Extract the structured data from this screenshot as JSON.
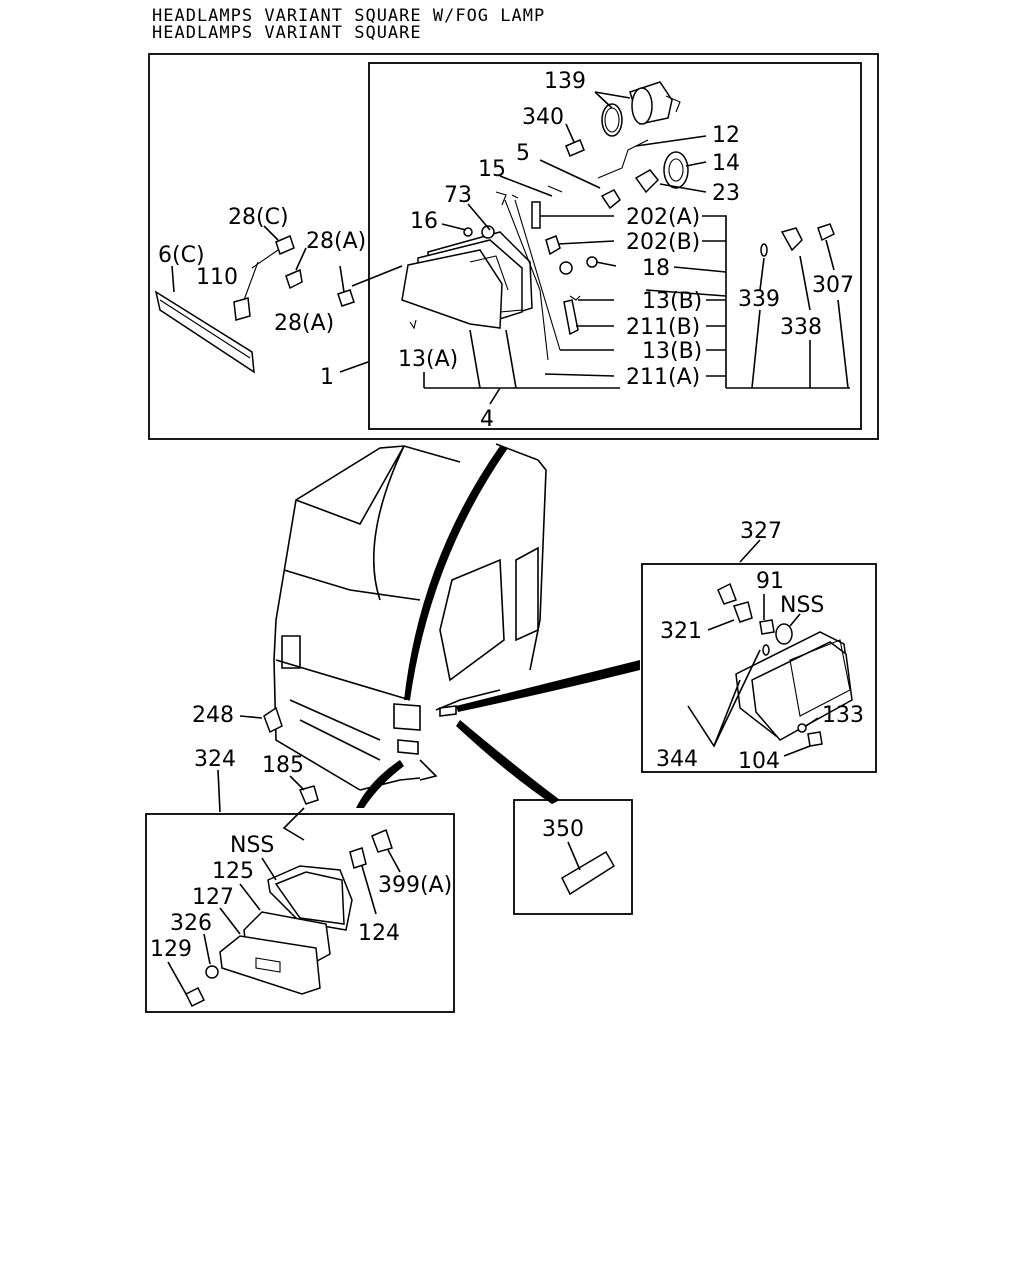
{
  "titles": [
    "HEADLAMPS VARIANT SQUARE W/FOG LAMP",
    "HEADLAMPS VARIANT SQUARE"
  ],
  "callouts": {
    "c139": "139",
    "c340": "340",
    "c12": "12",
    "c5": "5",
    "c14": "14",
    "c15": "15",
    "c23": "23",
    "c73": "73",
    "c202a": "202(A)",
    "c202b": "202(B)",
    "c16": "16",
    "c28c": "28(C)",
    "c28a1": "28(A)",
    "c28a2": "28(A)",
    "c6c": "6(C)",
    "c110": "110",
    "c18": "18",
    "c13b1": "13(B)",
    "c13b2": "13(B)",
    "c211b": "211(B)",
    "c211a": "211(A)",
    "c339": "339",
    "c307": "307",
    "c338": "338",
    "c1": "1",
    "c13a": "13(A)",
    "c4": "4",
    "c327": "327",
    "c91": "91",
    "cNSS1": "NSS",
    "c321": "321",
    "c133": "133",
    "c344": "344",
    "c104": "104",
    "c248": "248",
    "c324": "324",
    "c185": "185",
    "cNSS2": "NSS",
    "c125": "125",
    "c127": "127",
    "c399a": "399(A)",
    "c326": "326",
    "c124": "124",
    "c129": "129",
    "c350": "350"
  }
}
